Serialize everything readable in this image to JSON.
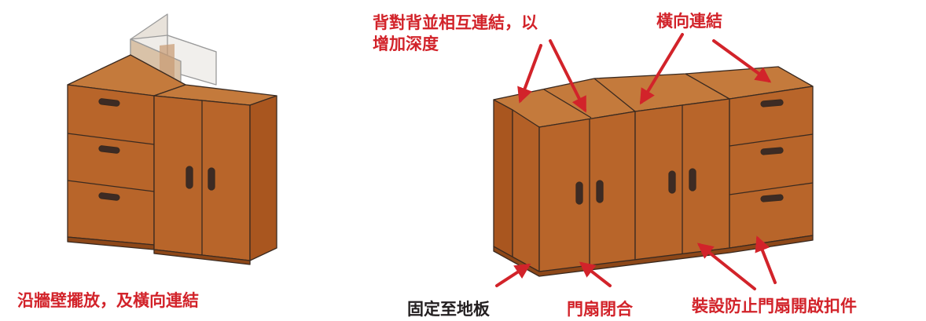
{
  "colors": {
    "wood_front": "#b8652a",
    "wood_side": "#a9561f",
    "wood_top": "#c47a3c",
    "outline": "#3a2a20",
    "handle": "#3d2b24",
    "glass": "#e8e2da",
    "accent_red": "#d2232a",
    "label_dark": "#231f20"
  },
  "labels": {
    "back_to_back_line1": "背對背並相互連結，以",
    "back_to_back_line2": "增加深度",
    "side_connect": "橫向連結",
    "along_wall": "沿牆壁擺放，及橫向連結",
    "fix_floor": "固定至地板",
    "doors_closed": "門扇閉合",
    "door_latch": "裝設防止門扇開啟扣件"
  },
  "icons": [
    "arrow-icon"
  ]
}
